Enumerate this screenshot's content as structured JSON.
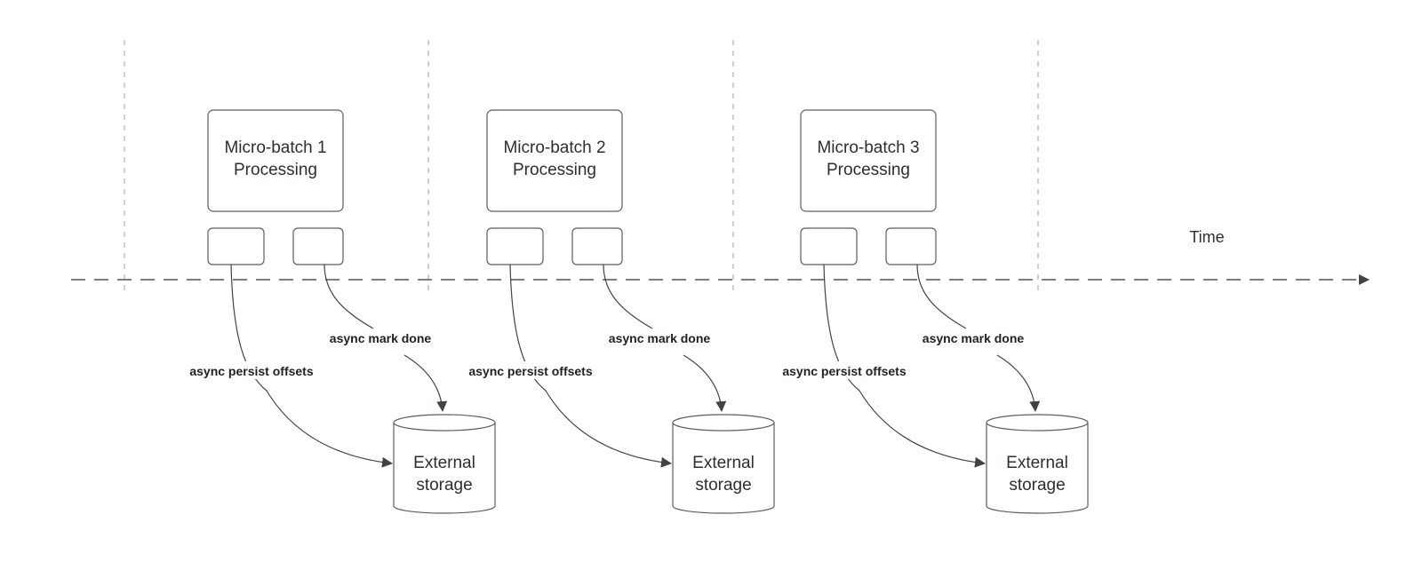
{
  "diagram": {
    "time_label": "Time",
    "batches": [
      {
        "title_line1": "Micro-batch 1",
        "title_line2": "Processing",
        "persist_label": "async persist offsets",
        "mark_label": "async mark done",
        "storage_line1": "External",
        "storage_line2": "storage"
      },
      {
        "title_line1": "Micro-batch 2",
        "title_line2": "Processing",
        "persist_label": "async persist offsets",
        "mark_label": "async mark done",
        "storage_line1": "External",
        "storage_line2": "storage"
      },
      {
        "title_line1": "Micro-batch 3",
        "title_line2": "Processing",
        "persist_label": "async persist offsets",
        "mark_label": "async mark done",
        "storage_line1": "External",
        "storage_line2": "storage"
      }
    ],
    "colors": {
      "stroke": "#5a5d63",
      "text": "#2b2e33",
      "divider": "#a0a0a0"
    }
  }
}
